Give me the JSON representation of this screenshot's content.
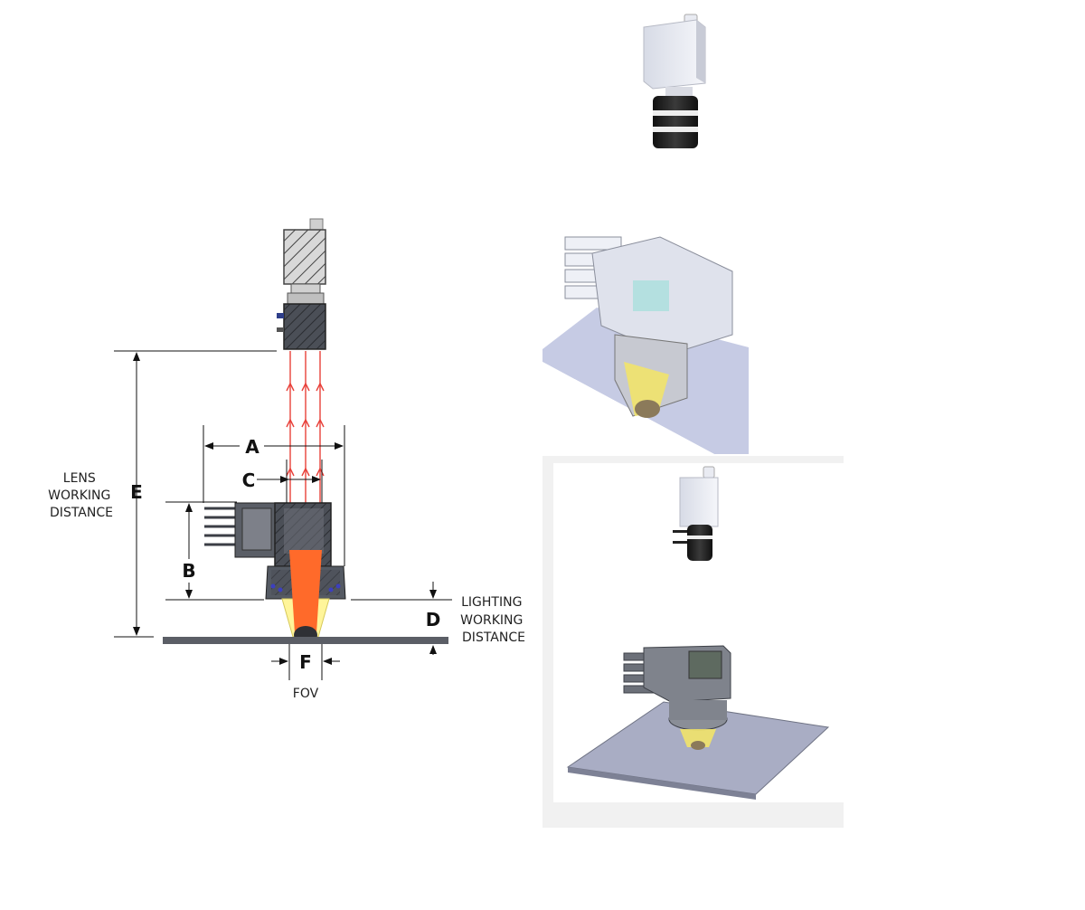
{
  "diagram": {
    "dimension_letters": {
      "a": "A",
      "b": "B",
      "c": "C",
      "d": "D",
      "e": "E",
      "f": "F"
    },
    "labels": {
      "lens_working_distance": [
        "LENS",
        "WORKING",
        "DISTANCE"
      ],
      "lighting_working_distance": [
        "LIGHTING",
        "WORKING",
        "DISTANCE"
      ],
      "fov": "FOV"
    },
    "colors": {
      "beam": "#e8413a",
      "cone_orange": "#ff6a2a",
      "light_yellow": "#fff59a",
      "housing": "#555a63",
      "plate": "#5b5e66",
      "render_panel_bg": "#f1f1f1",
      "render_plate": "#a9adc4"
    }
  }
}
